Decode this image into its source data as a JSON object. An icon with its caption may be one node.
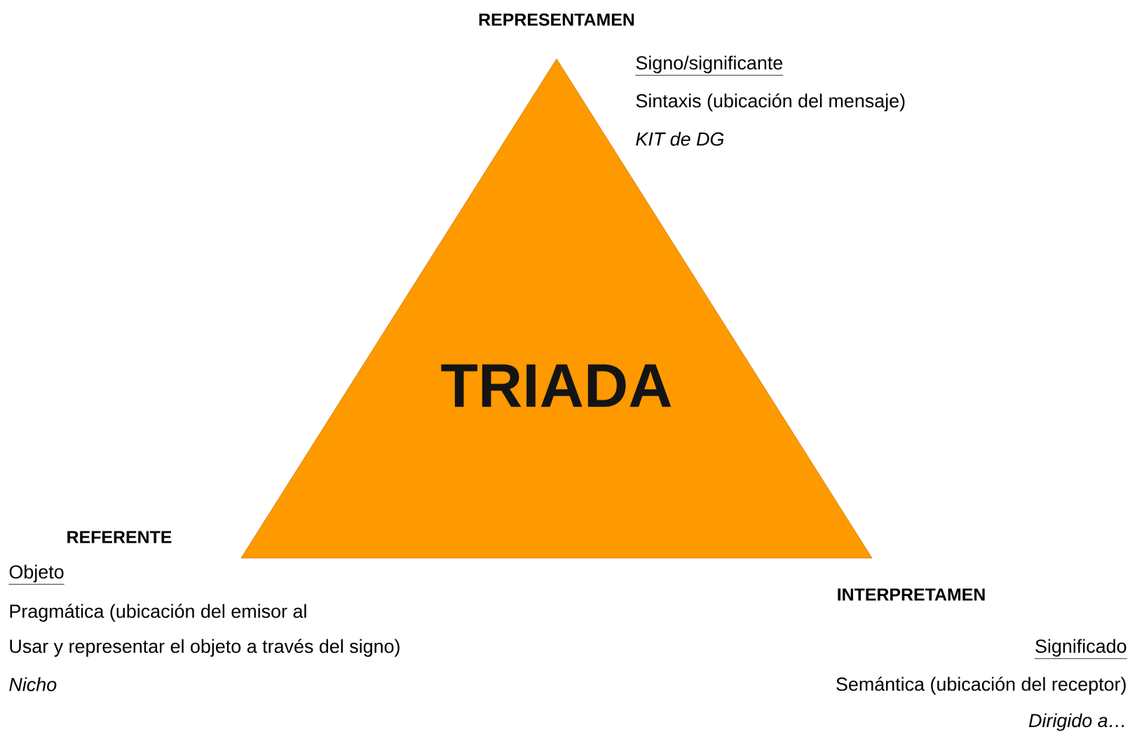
{
  "diagram": {
    "nodes": [
      {
        "text": [
          "TRIADA"
        ]
      }
    ],
    "labels": [
      "REPRESENTAMEN",
      "Signo/significante",
      "Sintaxis (ubicación del mensaje)",
      "KIT de DG",
      "REFERENTE",
      "Objeto",
      "Pragmática (ubicación del emisor al",
      "Usar y representar el objeto a través del signo)",
      "Nicho",
      "INTERPRETAMEN",
      "Significado",
      "Semántica (ubicación del receptor)",
      "Dirigido a…"
    ]
  }
}
